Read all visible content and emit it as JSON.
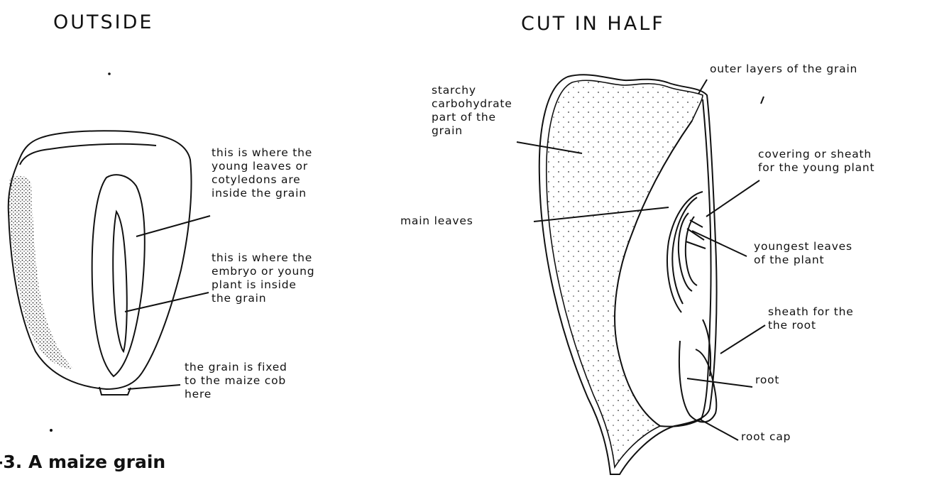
{
  "headings": {
    "outside": "OUTSIDE",
    "cut_in_half": "CUT IN HALF"
  },
  "outside_labels": {
    "cotyledons": [
      "this is where the",
      "young leaves or",
      "cotyledons are",
      "inside the grain"
    ],
    "embryo": [
      "this is where the",
      "embryo or young",
      "plant is inside",
      "the grain"
    ],
    "attachment": [
      "the grain is fixed",
      "to the maize cob",
      "here"
    ]
  },
  "cut_labels": {
    "outer_layers": [
      "outer layers of the grain"
    ],
    "starchy": [
      "starchy",
      "carbohydrate",
      "part of the",
      "grain"
    ],
    "covering": [
      "covering or sheath",
      "for the young plant"
    ],
    "main_leaves": [
      "main leaves"
    ],
    "youngest": [
      "youngest leaves",
      "of the plant"
    ],
    "root_sheath": [
      "sheath for the",
      "the root"
    ],
    "root": [
      "root"
    ],
    "root_cap": [
      "root cap"
    ]
  },
  "caption": "-3.  A maize grain",
  "colors": {
    "ink": "#111111",
    "background": "#ffffff"
  }
}
